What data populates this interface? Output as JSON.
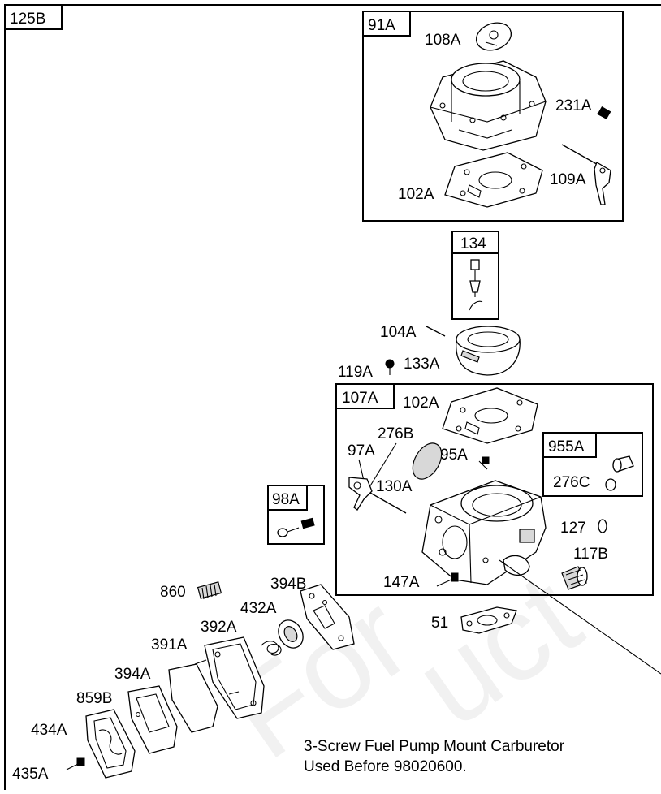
{
  "diagram": {
    "frame_label": "125B",
    "assemblies": {
      "top": "91A",
      "float_valve": "134",
      "main": "107A",
      "fitting_kit": "955A",
      "screw_kit": "98A"
    },
    "callouts": {
      "p108A": "108A",
      "p231A": "231A",
      "p109A": "109A",
      "p102A_top": "102A",
      "p104A": "104A",
      "p133A": "133A",
      "p119A": "119A",
      "p102A_main": "102A",
      "p276B": "276B",
      "p97A": "97A",
      "p95A": "95A",
      "p130A": "130A",
      "p276C": "276C",
      "p127": "127",
      "p117B": "117B",
      "p147A": "147A",
      "p51": "51",
      "p860": "860",
      "p394B": "394B",
      "p432A": "432A",
      "p392A": "392A",
      "p391A": "391A",
      "p394A": "394A",
      "p859B": "859B",
      "p434A": "434A",
      "p435A": "435A"
    },
    "note_line1": "3-Screw Fuel Pump Mount Carburetor",
    "note_line2": "Used Before 98020600."
  }
}
